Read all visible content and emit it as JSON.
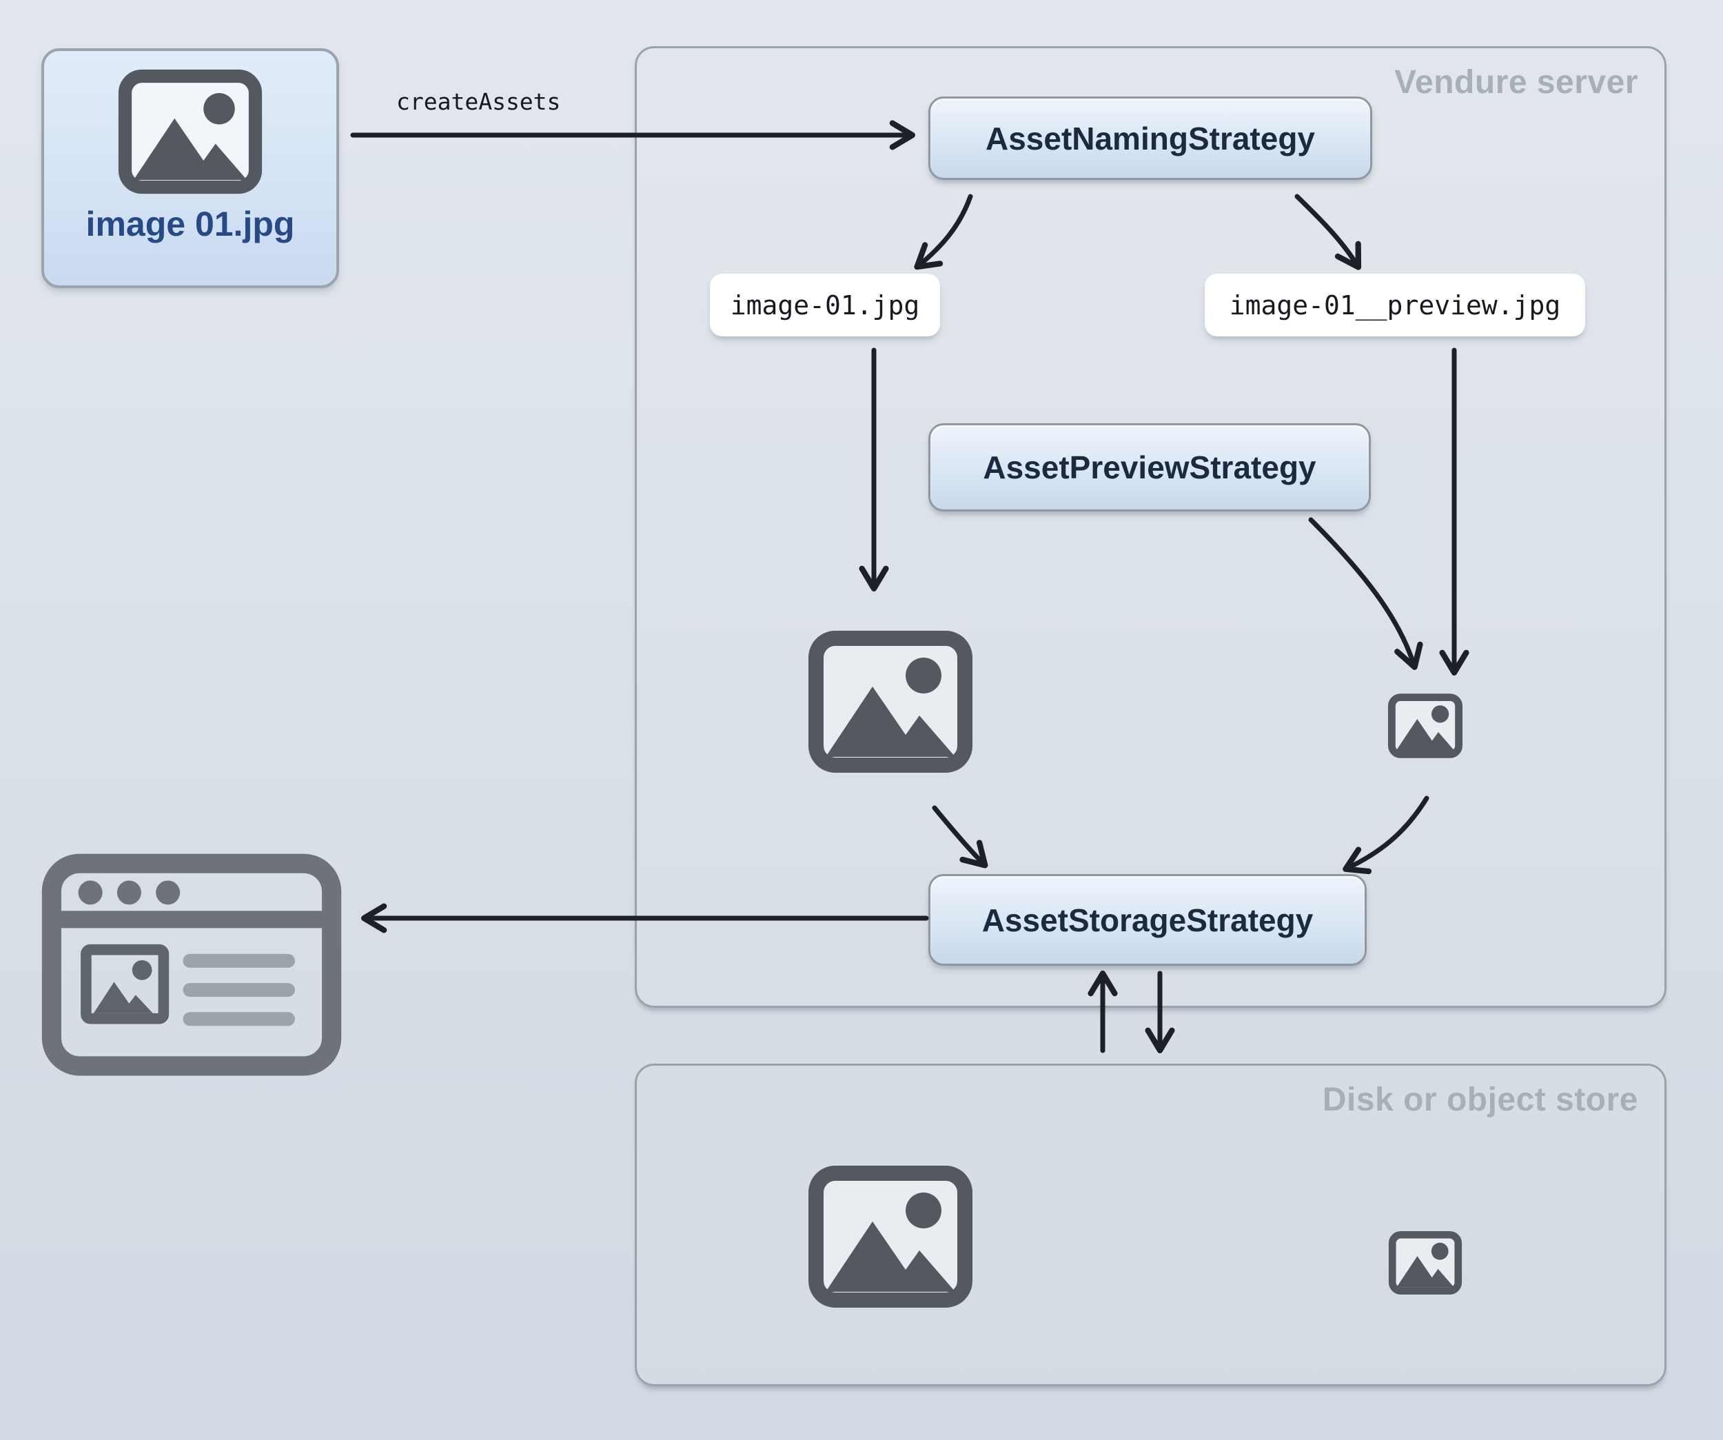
{
  "source": {
    "label": "image 01.jpg"
  },
  "flow": {
    "create_assets_label": "createAssets"
  },
  "server": {
    "title": "Vendure server",
    "naming_strategy_label": "AssetNamingStrategy",
    "preview_strategy_label": "AssetPreviewStrategy",
    "storage_strategy_label": "AssetStorageStrategy",
    "source_filename": "image-01.jpg",
    "preview_filename": "image-01__preview.jpg"
  },
  "disk": {
    "title": "Disk or object store"
  },
  "icons": {
    "source_image": "image-icon",
    "server_large_image": "image-icon",
    "server_small_image": "image-icon",
    "disk_large_image": "image-icon",
    "disk_small_image": "image-icon",
    "browser": "browser-window-icon"
  },
  "colors": {
    "background_top": "#e1e7ec",
    "background_bottom": "#d2dae3",
    "container_border": "#9aa3ab",
    "muted_title": "#a7afb8",
    "button_gradient_top": "#eef4fb",
    "button_gradient_bottom": "#c7d8ec",
    "button_border": "#8f98a1",
    "button_text": "#1c2a3f",
    "source_card_fill": "#d5e3f5",
    "source_label_text": "#274a84",
    "file_pill_bg": "#ffffff",
    "code_text": "#15181c",
    "icon_grey": "#54595f",
    "browser_icon_grey": "#6d7379",
    "arrow": "#1d2127"
  }
}
